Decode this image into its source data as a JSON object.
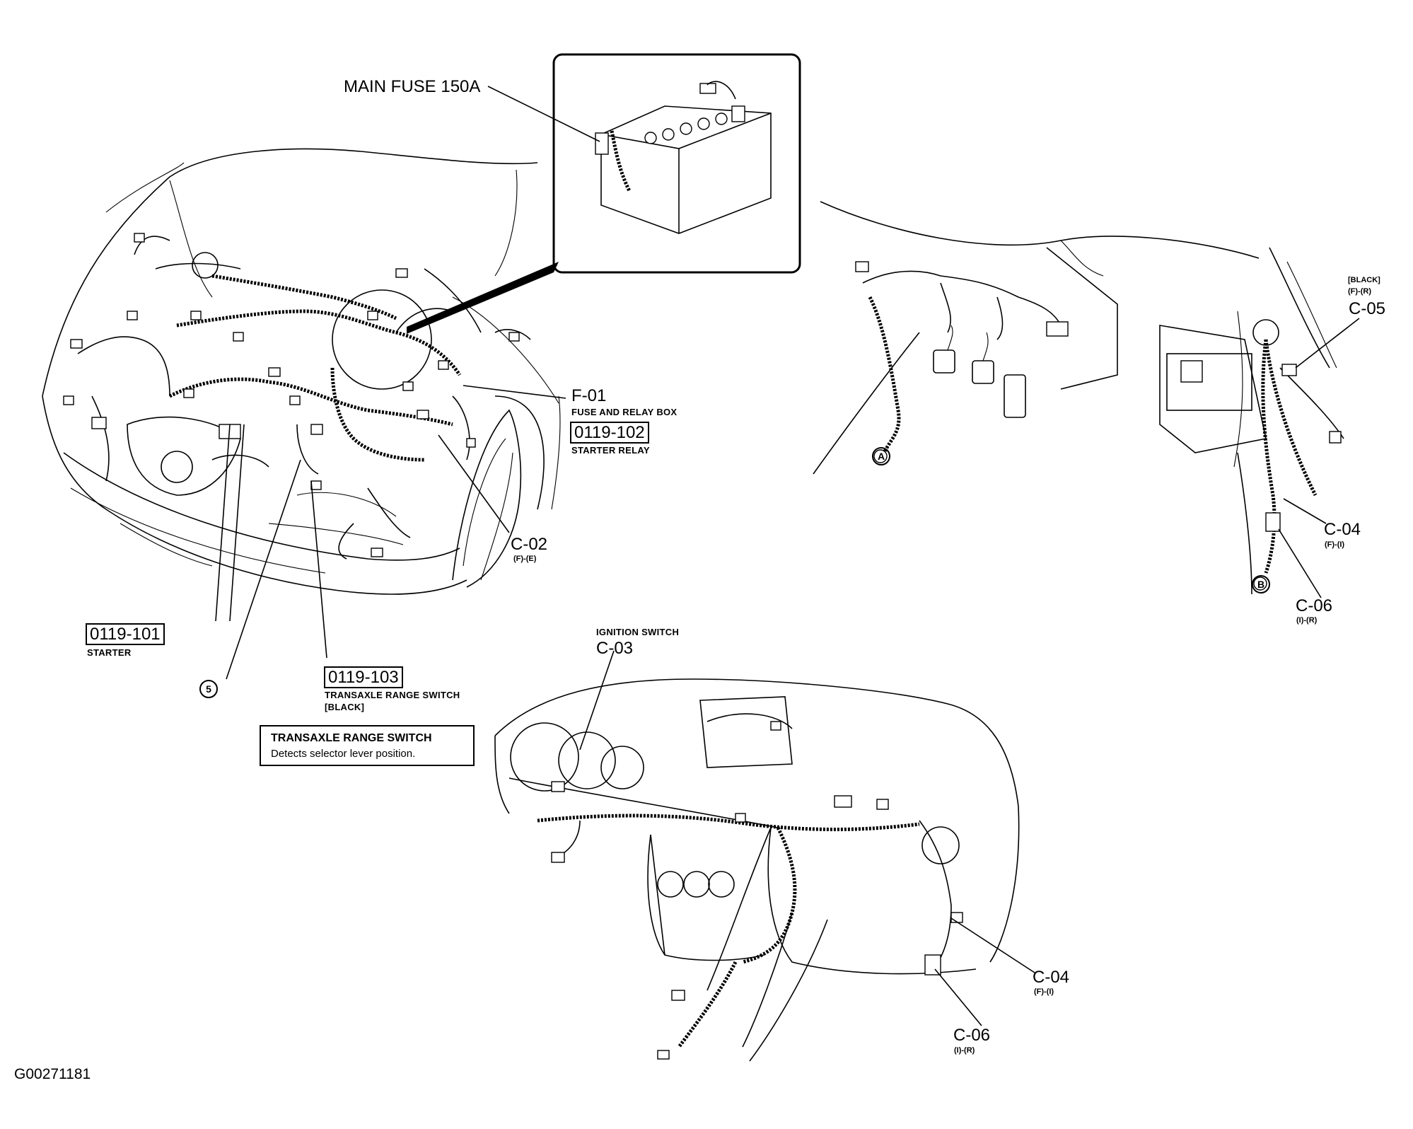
{
  "figure_id": "G00271181",
  "callouts": {
    "main_fuse": "MAIN FUSE 150A",
    "f01": {
      "code": "F-01",
      "name": "FUSE AND RELAY BOX"
    },
    "starter_relay": {
      "code": "0119-102",
      "name": "STARTER RELAY"
    },
    "c02": {
      "code": "C-02",
      "grid": "(F)-(E)"
    },
    "starter": {
      "code": "0119-101",
      "name": "STARTER"
    },
    "range_switch": {
      "code": "0119-103",
      "name": "TRANSAXLE RANGE SWITCH",
      "color": "[BLACK]"
    },
    "circle_5": "5",
    "c05": {
      "color": "[BLACK]",
      "grid": "(F)-(R)",
      "code": "C-05"
    },
    "c04_right": {
      "code": "C-04",
      "grid": "(F)-(I)"
    },
    "c06_right": {
      "code": "C-06",
      "grid": "(I)-(R)"
    },
    "circle_a": "A",
    "circle_b": "B",
    "ignition": {
      "name": "IGNITION SWITCH",
      "code": "C-03"
    },
    "c04_dash": {
      "code": "C-04",
      "grid": "(F)-(I)"
    },
    "c06_dash": {
      "code": "C-06",
      "grid": "(I)-(R)"
    }
  },
  "note": {
    "title": "TRANSAXLE RANGE SWITCH",
    "text": "Detects selector lever position."
  }
}
